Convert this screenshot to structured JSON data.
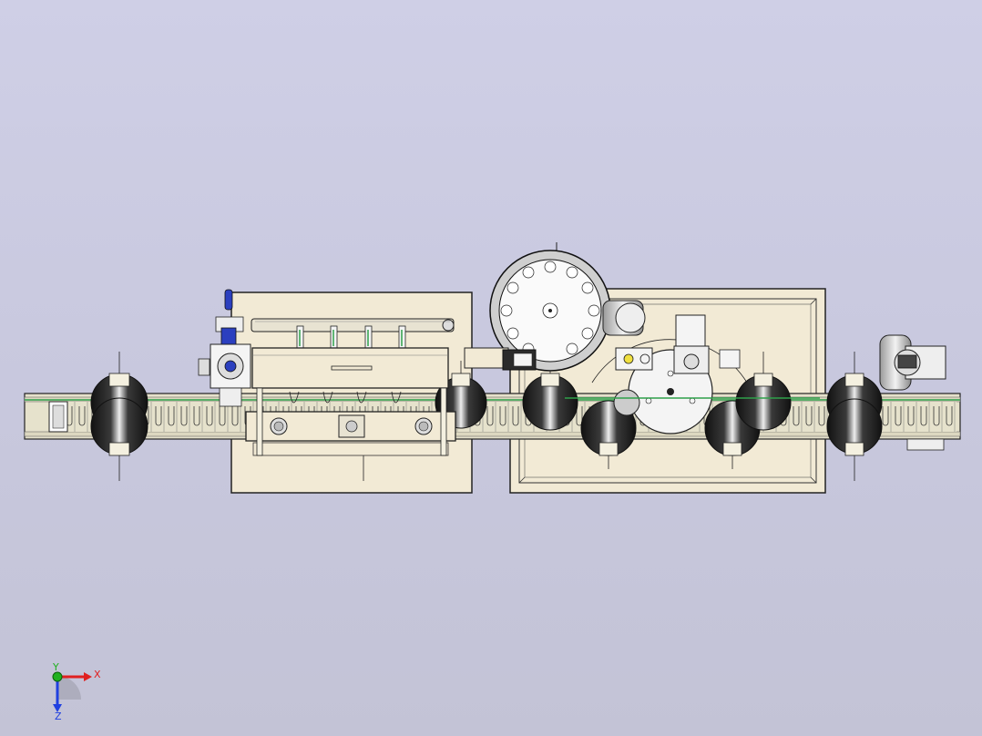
{
  "view": {
    "background_top": "#cfcfe6",
    "background_bottom": "#c3c3d6"
  },
  "colors": {
    "panel_fill": "#f2ead5",
    "steel_fill": "#e8e3d2",
    "outline": "#2a2a2a",
    "conveyor_fill": "#e6e2cc",
    "bottle_dark": "#1a1a1a",
    "bottle_light": "#f4f4f4",
    "accent_blue": "#2b3fbf",
    "accent_green": "#2fa04a",
    "accent_yellow": "#f0e040"
  },
  "triad": {
    "x_label": "X",
    "y_label": "Y",
    "z_label": "Z",
    "x_color": "#e02020",
    "y_color": "#20b020",
    "z_color": "#2040e0"
  }
}
